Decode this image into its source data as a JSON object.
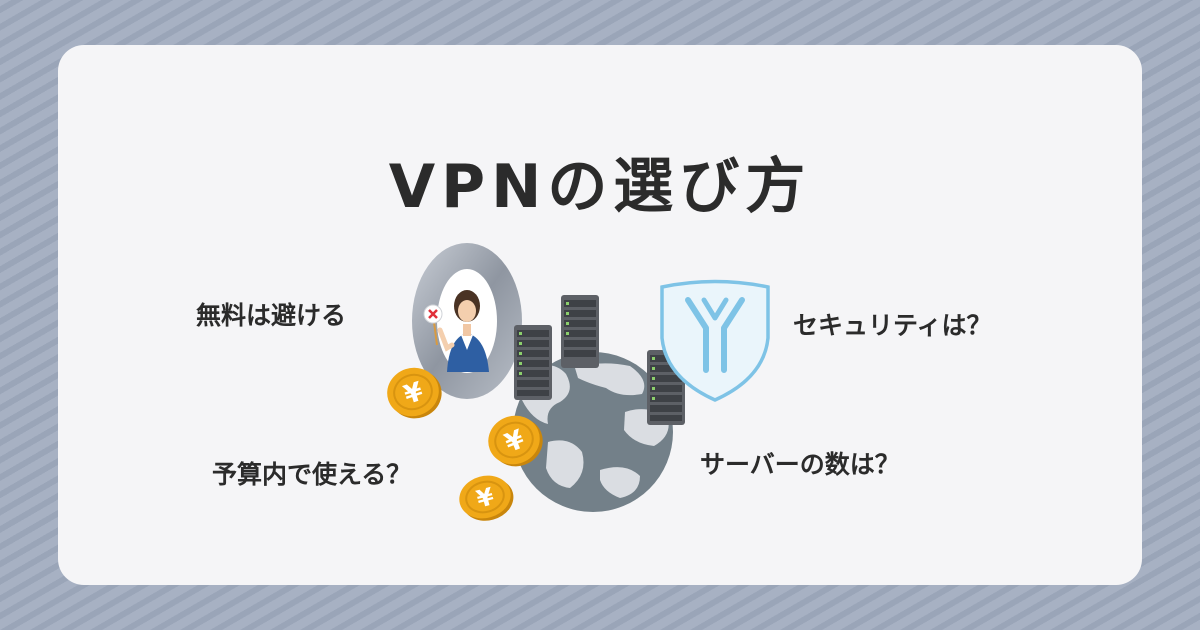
{
  "title": "VPNの選び方",
  "points": {
    "free": "無料は避ける",
    "budget": "予算内で使える？",
    "security": "セキュリティは？",
    "servers": "サーバーの数は？"
  },
  "coin_symbol": "¥",
  "colors": {
    "background": "#a3adbf",
    "card": "#f5f5f7",
    "text": "#2b2b2b",
    "globe": "#738089",
    "land": "#dadde2",
    "shield": "#7ec3e6",
    "coin": "#f0a818",
    "server": "#5d6066",
    "led": "#8ccf6c"
  }
}
